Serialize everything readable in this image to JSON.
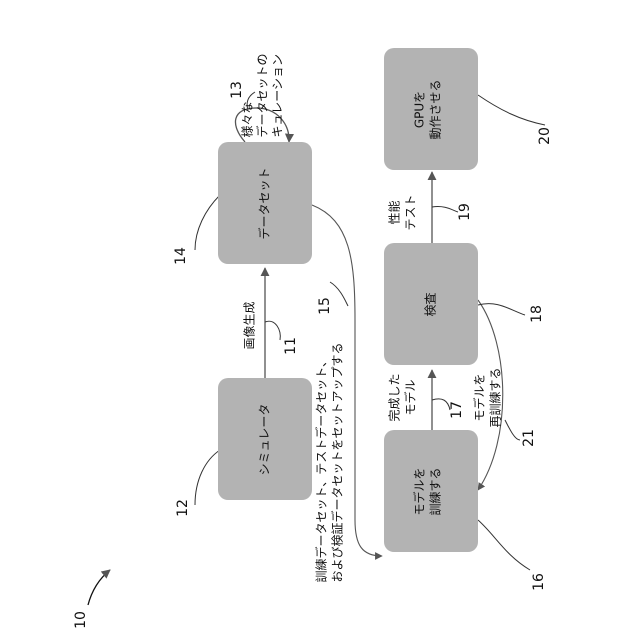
{
  "figure_label": "10",
  "boxes": {
    "simulator": "シミュレータ",
    "dataset": "データセット",
    "train_model_l1": "モデルを",
    "train_model_l2": "訓練する",
    "inspect": "検査",
    "gpu_l1": "GPUを",
    "gpu_l2": "動作させる"
  },
  "edge_labels": {
    "image_gen": "画像生成",
    "curation_l1": "様々な",
    "curation_l2": "データセットの",
    "curation_l3": "キュレーション",
    "setup_l1": "訓練データセット、テストデータセット、",
    "setup_l2": "および検証データセットをセットアップする",
    "completed_l1": "完成した",
    "completed_l2": "モデル",
    "retrain_l1": "モデルを",
    "retrain_l2": "再訓練する",
    "perf_l1": "性能",
    "perf_l2": "テスト"
  },
  "refs": {
    "r10": "10",
    "r11": "11",
    "r12": "12",
    "r13": "13",
    "r14": "14",
    "r15": "15",
    "r16": "16",
    "r17": "17",
    "r18": "18",
    "r19": "19",
    "r20": "20",
    "r21": "21"
  },
  "colors": {
    "box_fill": "#b3b3b3",
    "line": "#555555"
  }
}
